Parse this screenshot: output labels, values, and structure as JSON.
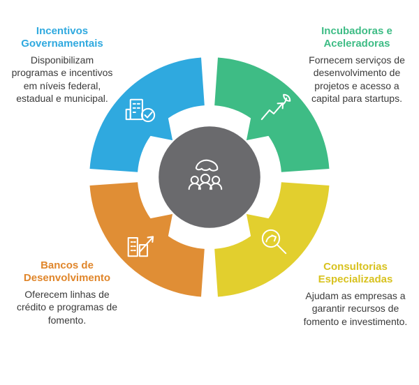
{
  "diagram": {
    "type": "cycle-infographic",
    "center": {
      "icon": "hand-over-people-icon",
      "color": "#6A6A6D"
    },
    "quadrants": [
      {
        "position": "top-left",
        "title": "Incentivos Governamentais",
        "description": "Disponibilizam programas e incentivos em níveis federal, estadual e municipal.",
        "color": "#2FA9DF",
        "title_color": "#2FA9DF",
        "icon": "building-check-icon"
      },
      {
        "position": "top-right",
        "title": "Incubadoras e Aceleradoras",
        "description": "Fornecem serviços de desenvolvimento de projetos e acesso a capital para startups.",
        "color": "#3EBC85",
        "title_color": "#3EBC85",
        "icon": "growth-leaf-icon"
      },
      {
        "position": "bottom-right",
        "title": "Consultorias Especializadas",
        "description": "Ajudam as empresas a garantir recursos de fomento e investimento.",
        "color": "#E2CF2E",
        "title_color": "#D8C21F",
        "icon": "magnifier-arrow-icon"
      },
      {
        "position": "bottom-left",
        "title": "Bancos de Desenvolvimento",
        "description": "Oferecem linhas de crédito e programas de fomento.",
        "color": "#E08E35",
        "title_color": "#E0862B",
        "icon": "buildings-arrow-icon"
      }
    ],
    "body_text_color": "#3a3a3a"
  }
}
